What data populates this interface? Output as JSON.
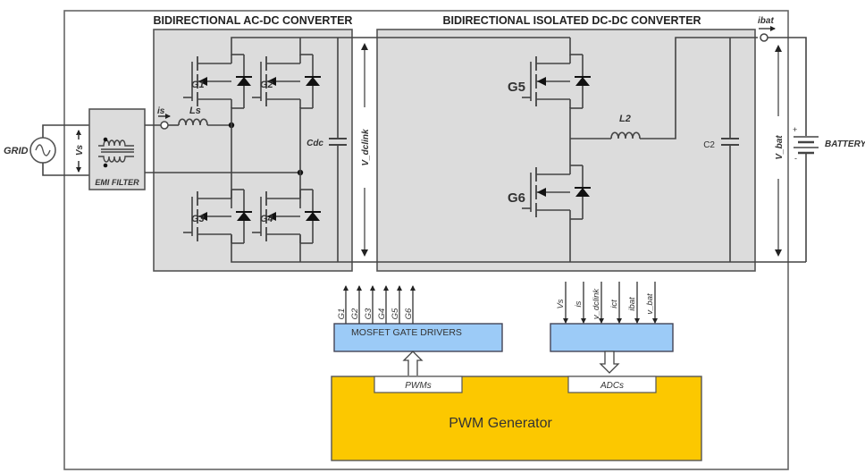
{
  "colors": {
    "converter_bg": "#dcdcdc",
    "gate_driver_bg": "#9ccbf7",
    "pwm_generator_bg": "#fcc800",
    "wire": "#444444"
  },
  "source": {
    "grid_label": "GRID",
    "vs_label": "Vs"
  },
  "emi_filter": {
    "label": "EMI FILTER"
  },
  "ac_dc": {
    "title": "BIDIRECTIONAL AC-DC CONVERTER",
    "current_label": "is",
    "inductor_label": "Ls",
    "capacitor_label": "Cdc",
    "switches": [
      "G1",
      "G2",
      "G3",
      "G4"
    ]
  },
  "dc_link": {
    "label": "V_dclink"
  },
  "dc_dc": {
    "title": "BIDIRECTIONAL ISOLATED DC-DC CONVERTER",
    "switches": [
      "G5",
      "G6"
    ],
    "inductor_label": "L2",
    "capacitor_label": "C2"
  },
  "battery": {
    "current_label": "ibat",
    "voltage_label": "V_bat",
    "label": "BATTERY",
    "plus": "+",
    "minus": "-"
  },
  "gate_drivers": {
    "label": "MOSFET GATE DRIVERS",
    "outputs": [
      "G1",
      "G2",
      "G3",
      "G4",
      "G5",
      "G6"
    ]
  },
  "adc_block": {
    "inputs": [
      "Vs",
      "is",
      "v_dclink",
      "ict",
      "ibat",
      "v_bat"
    ]
  },
  "pwm_generator": {
    "label": "PWM Generator",
    "pwms_label": "PWMs",
    "adcs_label": "ADCs"
  }
}
